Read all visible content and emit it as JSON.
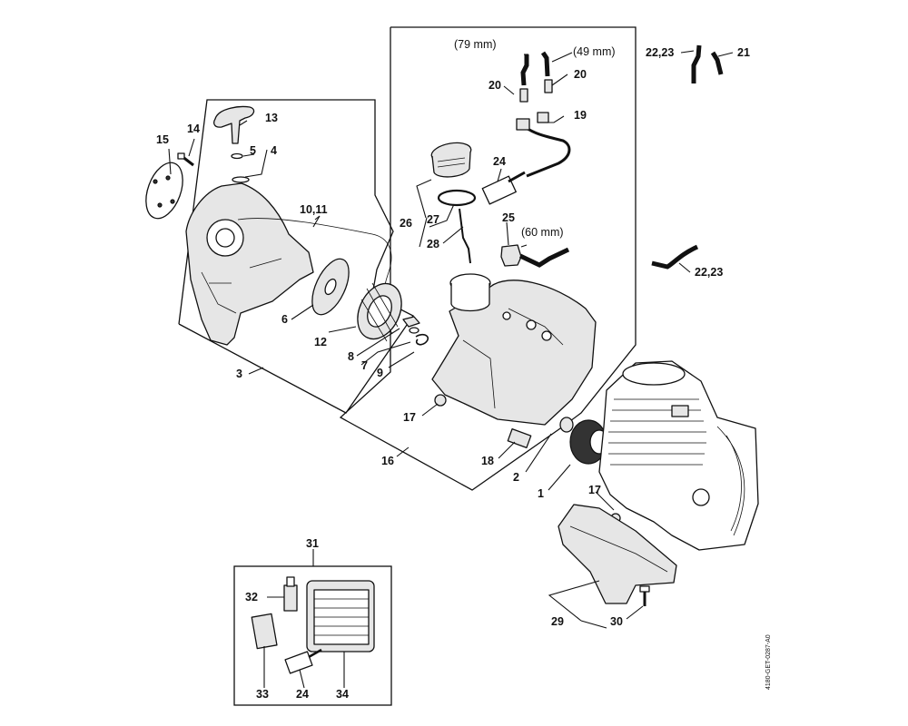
{
  "diagram": {
    "dims": [
      "(79 mm)",
      "(49 mm)",
      "(60 mm)"
    ],
    "labels": {
      "l1": "1",
      "l2": "2",
      "l3": "3",
      "l4": "4",
      "l5": "5",
      "l6": "6",
      "l7": "7",
      "l8": "8",
      "l9": "9",
      "l10_11": "10,11",
      "l12": "12",
      "l13": "13",
      "l14": "14",
      "l15": "15",
      "l16": "16",
      "l17a": "17",
      "l17b": "17",
      "l18": "18",
      "l19": "19",
      "l20a": "20",
      "l20b": "20",
      "l21": "21",
      "l22_23a": "22,23",
      "l22_23b": "22,23",
      "l24a": "24",
      "l24b": "24",
      "l25": "25",
      "l26": "26",
      "l27": "27",
      "l28": "28",
      "l29": "29",
      "l30": "30",
      "l31": "31",
      "l32": "32",
      "l33": "33",
      "l34": "34"
    },
    "drawing_code": "4180-GET-0287-A0"
  }
}
